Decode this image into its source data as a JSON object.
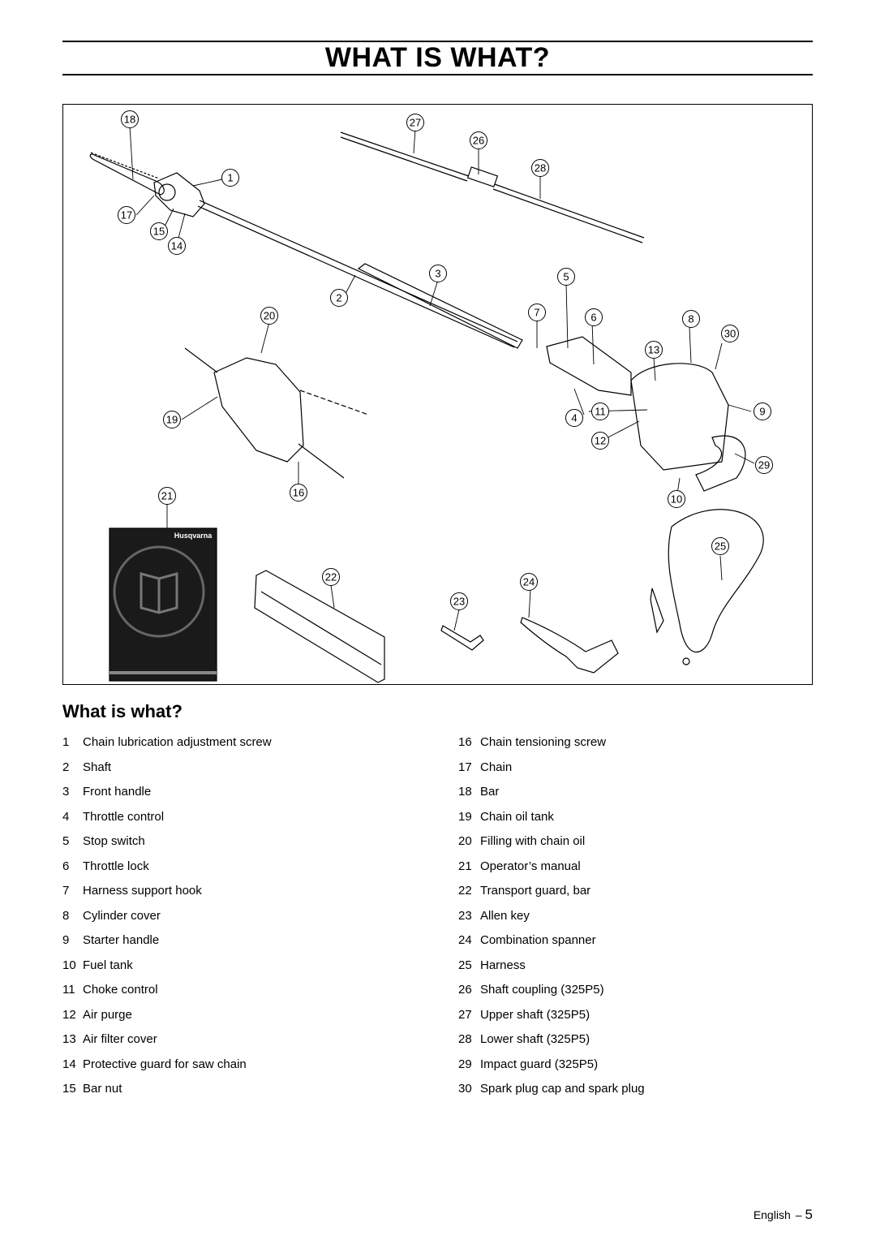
{
  "header": {
    "title": "WHAT IS WHAT?"
  },
  "figure": {
    "callouts": [
      "18",
      "27",
      "26",
      "28",
      "1",
      "17",
      "15",
      "14",
      "3",
      "5",
      "2",
      "20",
      "7",
      "6",
      "8",
      "30",
      "13",
      "19",
      "4",
      "11",
      "9",
      "12",
      "29",
      "21",
      "16",
      "10",
      "25",
      "22",
      "24",
      "23"
    ],
    "manual_logo_text": "Husqvarna"
  },
  "section": {
    "title": "What is what?"
  },
  "legend": {
    "left": [
      {
        "num": "1",
        "label": "Chain lubrication adjustment screw"
      },
      {
        "num": "2",
        "label": "Shaft"
      },
      {
        "num": "3",
        "label": "Front handle"
      },
      {
        "num": "4",
        "label": "Throttle control"
      },
      {
        "num": "5",
        "label": "Stop switch"
      },
      {
        "num": "6",
        "label": "Throttle lock"
      },
      {
        "num": "7",
        "label": "Harness support hook"
      },
      {
        "num": "8",
        "label": "Cylinder cover"
      },
      {
        "num": "9",
        "label": "Starter handle"
      },
      {
        "num": "10",
        "label": "Fuel tank"
      },
      {
        "num": "11",
        "label": "Choke control"
      },
      {
        "num": "12",
        "label": "Air purge"
      },
      {
        "num": "13",
        "label": "Air filter cover"
      },
      {
        "num": "14",
        "label": "Protective guard for saw chain"
      },
      {
        "num": "15",
        "label": "Bar nut"
      }
    ],
    "right": [
      {
        "num": "16",
        "label": "Chain tensioning screw"
      },
      {
        "num": "17",
        "label": "Chain"
      },
      {
        "num": "18",
        "label": "Bar"
      },
      {
        "num": "19",
        "label": "Chain oil tank"
      },
      {
        "num": "20",
        "label": "Filling with chain oil"
      },
      {
        "num": "21",
        "label": "Operator’s manual"
      },
      {
        "num": "22",
        "label": "Transport guard, bar"
      },
      {
        "num": "23",
        "label": "Allen key"
      },
      {
        "num": "24",
        "label": "Combination spanner"
      },
      {
        "num": "25",
        "label": "Harness"
      },
      {
        "num": "26",
        "label": "Shaft coupling (325P5)"
      },
      {
        "num": "27",
        "label": "Upper shaft (325P5)"
      },
      {
        "num": "28",
        "label": "Lower shaft (325P5)"
      },
      {
        "num": "29",
        "label": "Impact guard (325P5)"
      },
      {
        "num": "30",
        "label": "Spark plug cap and spark plug"
      }
    ]
  },
  "footer": {
    "language": "English",
    "separator": "–",
    "page": "5"
  }
}
